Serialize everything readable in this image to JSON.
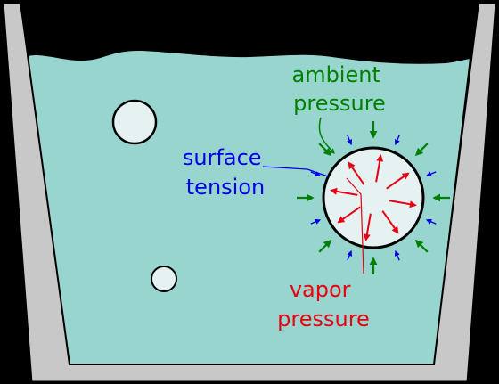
{
  "labels": {
    "ambient_pressure": {
      "line1": "ambient",
      "line2": "pressure"
    },
    "surface_tension": {
      "line1": "surface",
      "line2": "tension"
    },
    "vapor_pressure": {
      "line1": "vapor",
      "line2": "pressure"
    }
  },
  "colors": {
    "background": "#000000",
    "container": "#c8c8c8",
    "water": "#99d5cf",
    "bubble": "#e6f2f2",
    "ambient": "#008000",
    "surface": "#0000e6",
    "vapor": "#e60012"
  }
}
